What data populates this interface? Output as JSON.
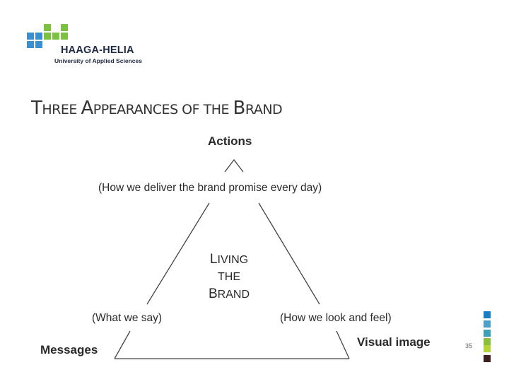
{
  "logo": {
    "name": "HAAGA-HELIA",
    "subtitle": "University of Applied Sciences",
    "colors": [
      "#3a8fd0",
      "#7cc142"
    ]
  },
  "slide": {
    "title_parts": [
      "T",
      "HREE ",
      "A",
      "PPEARANCES ",
      "OF THE ",
      "B",
      "RAND"
    ]
  },
  "diagram": {
    "top_label": "Actions",
    "top_paren": "(How we deliver the brand promise every day)",
    "center": [
      "L",
      "IVING",
      "THE",
      "B",
      "RAND"
    ],
    "left_paren": "(What we say)",
    "right_paren": "(How we look and feel)",
    "left_label": "Messages",
    "right_label": "Visual image"
  },
  "footer": {
    "page_number": "35",
    "strip_colors": [
      "#1a7cc1",
      "#4aa0c9",
      "#3f9fb5",
      "#8dbd3c",
      "#b7d33a",
      "#3a2020"
    ]
  }
}
